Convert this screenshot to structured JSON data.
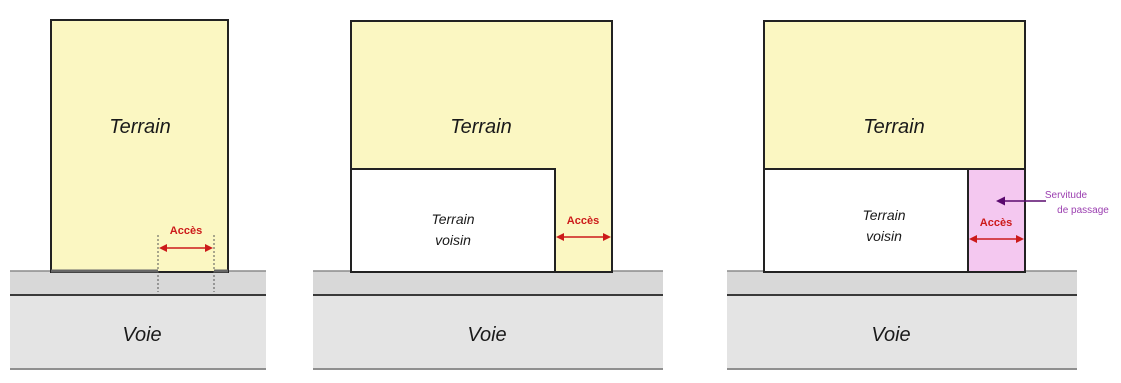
{
  "panels": [
    {
      "terrain": "Terrain",
      "acces": "Accès",
      "voie": "Voie"
    },
    {
      "terrain": "Terrain",
      "voisin": [
        "Terrain",
        "voisin"
      ],
      "acces": "Accès",
      "voie": "Voie"
    },
    {
      "terrain": "Terrain",
      "voisin": [
        "Terrain",
        "voisin"
      ],
      "acces": "Accès",
      "voie": "Voie",
      "servitude": [
        "Servitude",
        "de passage"
      ]
    }
  ],
  "colors": {
    "terrain_fill": "#fbf7c2",
    "road_fill": "#e4e4e4",
    "sidewalk_fill": "#d8d8d8",
    "acces_red": "#cc1a1a",
    "servitude_fill": "#f4c8f0",
    "servitude_text": "#9b3fb0",
    "arrow_purple": "#5a0a6e"
  }
}
